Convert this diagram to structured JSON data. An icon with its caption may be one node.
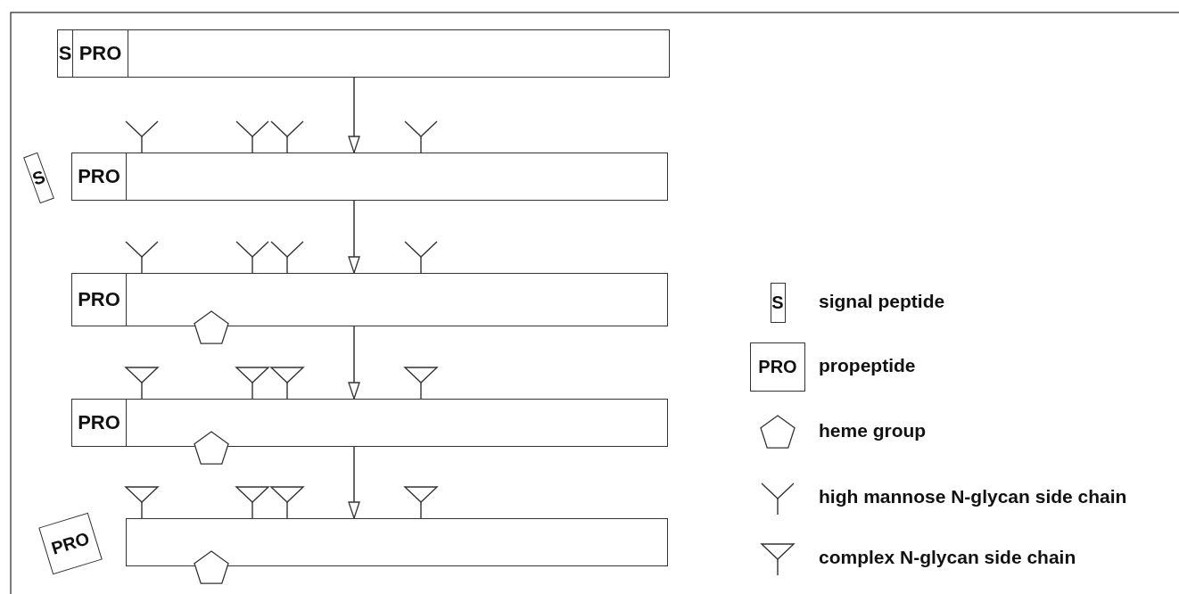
{
  "diagram": {
    "nodes": [
      {
        "text": [],
        "shape": "bar"
      },
      {
        "text": [
          "S"
        ],
        "in": 0
      },
      {
        "text": [
          "PRO"
        ],
        "in": 0
      },
      {
        "text": [
          "S"
        ]
      },
      {
        "text": [],
        "shape": "bar"
      },
      {
        "text": [
          "PRO"
        ],
        "in": 4
      },
      {
        "text": [],
        "shape": "bar"
      },
      {
        "text": [
          "PRO"
        ],
        "in": 6
      },
      {
        "text": [],
        "shape": "bar"
      },
      {
        "text": [
          "PRO"
        ],
        "in": 8
      },
      {
        "text": [
          "PRO"
        ]
      },
      {
        "text": [],
        "shape": "bar"
      }
    ],
    "edges": [
      {
        "from": 0,
        "to": 4,
        "arrow": "to"
      },
      {
        "from": 4,
        "to": 6,
        "arrow": "to"
      },
      {
        "from": 6,
        "to": 8,
        "arrow": "to"
      },
      {
        "from": 8,
        "to": 11,
        "arrow": "to"
      }
    ],
    "labels": [
      "S",
      "PRO"
    ],
    "legend": [
      {
        "text": "signal peptide"
      },
      {
        "text": "propeptide"
      },
      {
        "text": "heme group"
      },
      {
        "text": "high mannose N-glycan side chain"
      },
      {
        "text": "complex N-glycan side chain"
      }
    ]
  }
}
